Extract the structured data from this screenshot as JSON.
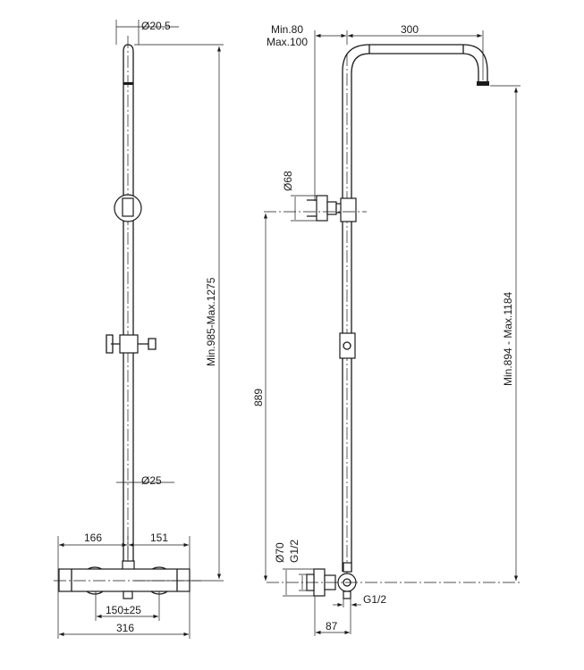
{
  "drawing": {
    "left_view": {
      "rail_diameter": "Ø20.5",
      "slider_diameter": "Ø25",
      "height_range": "Min.985-Max.1275",
      "left_offset": "166",
      "right_offset": "151",
      "inlet_centres": "150±25",
      "overall_width": "316"
    },
    "right_view": {
      "wall_distance_min": "Min.80",
      "wall_distance_max": "Max.100",
      "arm_reach": "300",
      "bracket_diameter": "Ø68",
      "bracket_height": "889",
      "height_range": "Min.894 - Max.1184",
      "eccentric_diameter": "Ø70",
      "inlet_thread": "G1/2",
      "outlet_thread": "G1/2",
      "wall_projection": "87"
    }
  }
}
